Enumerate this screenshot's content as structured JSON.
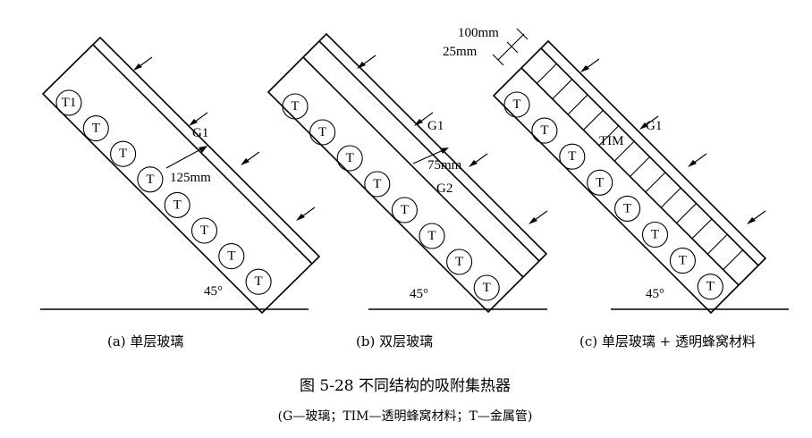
{
  "figure": {
    "title": "图 5-28   不同结构的吸附集热器",
    "note": "(G—玻璃；TIM—透明蜂窝材料；T—金属管)"
  },
  "panels": [
    {
      "caption": "(a) 单层玻璃",
      "glass_label": "G1",
      "gap_label": "125mm",
      "angle_label": "45°",
      "tube_labels": [
        "T1",
        "T",
        "T",
        "T",
        "T",
        "T",
        "T",
        "T"
      ]
    },
    {
      "caption": "(b) 双层玻璃",
      "glass1_label": "G1",
      "glass2_label": "G2",
      "gap_label": "75mm",
      "angle_label": "45°",
      "tube_labels": [
        "T",
        "T",
        "T",
        "T",
        "T",
        "T",
        "T",
        "T"
      ]
    },
    {
      "caption": "(c) 单层玻璃 + 透明蜂窝材料",
      "glass_label": "G1",
      "tim_label": "TIM",
      "dim_outer_label": "100mm",
      "dim_inner_label": "25mm",
      "angle_label": "45°",
      "tube_labels": [
        "T",
        "T",
        "T",
        "T",
        "T",
        "T",
        "T",
        "T"
      ]
    }
  ]
}
